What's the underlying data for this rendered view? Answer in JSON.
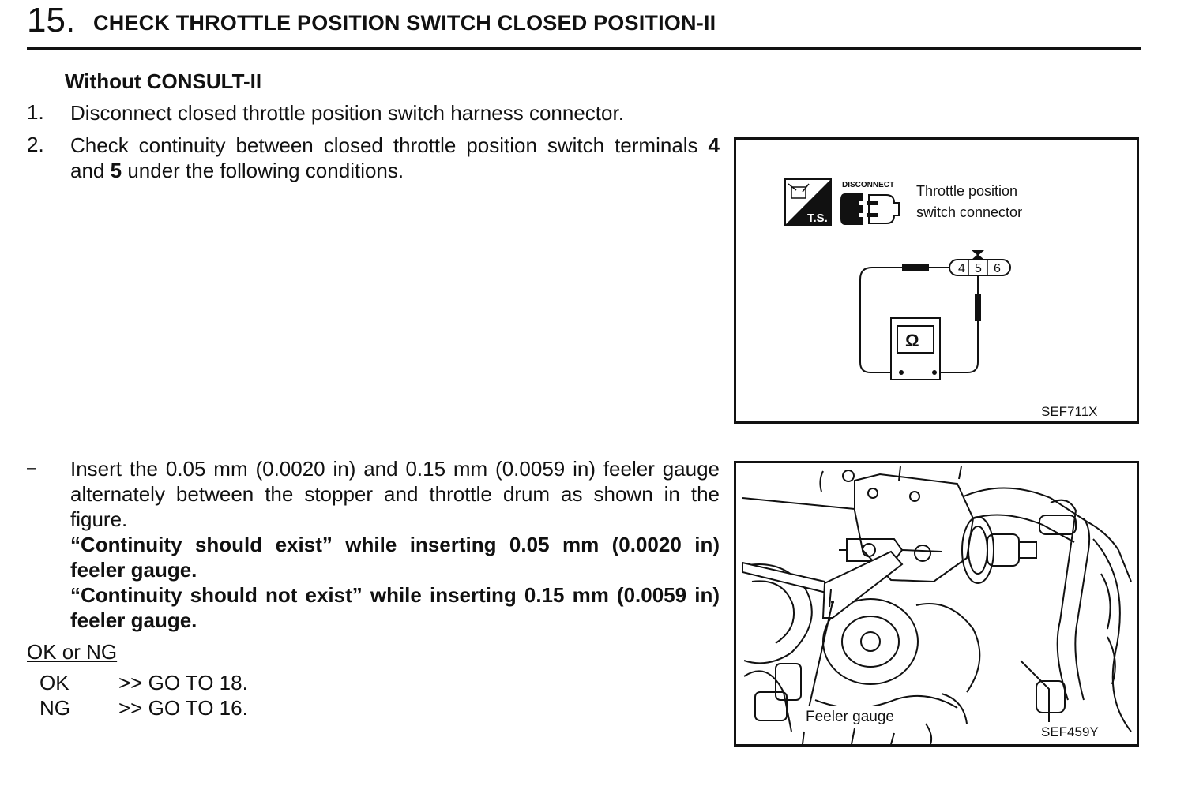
{
  "header": {
    "step_number": "15.",
    "title": "CHECK THROTTLE POSITION SWITCH CLOSED POSITION-II"
  },
  "section": {
    "subheading": "Without CONSULT-II",
    "steps": [
      {
        "num": "1.",
        "text": "Disconnect closed throttle position switch harness connector."
      },
      {
        "num": "2.",
        "text_a": "Check continuity between closed throttle position switch terminals",
        "term_1": "4",
        "text_b": "and",
        "term_2": "5",
        "text_c": "under the following conditions."
      }
    ],
    "bullet": {
      "marker": "–",
      "text": "Insert the 0.05 mm (0.0020 in) and 0.15 mm (0.0059 in) feeler gauge alternately between the stopper and throttle drum as shown in the figure.",
      "bold_1": "“Continuity should exist” while inserting 0.05 mm (0.0020 in) feeler gauge.",
      "bold_2": "“Continuity should not exist” while inserting 0.15 mm (0.0059 in) feeler gauge."
    },
    "result": {
      "heading": "OK or NG",
      "rows": [
        {
          "code": "OK",
          "action": ">> GO TO 18."
        },
        {
          "code": "NG",
          "action": ">> GO TO 16."
        }
      ]
    }
  },
  "figure_1": {
    "icon_ts": "T.S.",
    "icon_disconnect": "DISCONNECT",
    "connector_label_1": "Throttle position",
    "connector_label_2": "switch connector",
    "terminals": [
      "4",
      "5",
      "6"
    ],
    "meter_symbol": "Ω",
    "code": "SEF711X"
  },
  "figure_2": {
    "label": "Feeler gauge",
    "code": "SEF459Y"
  }
}
